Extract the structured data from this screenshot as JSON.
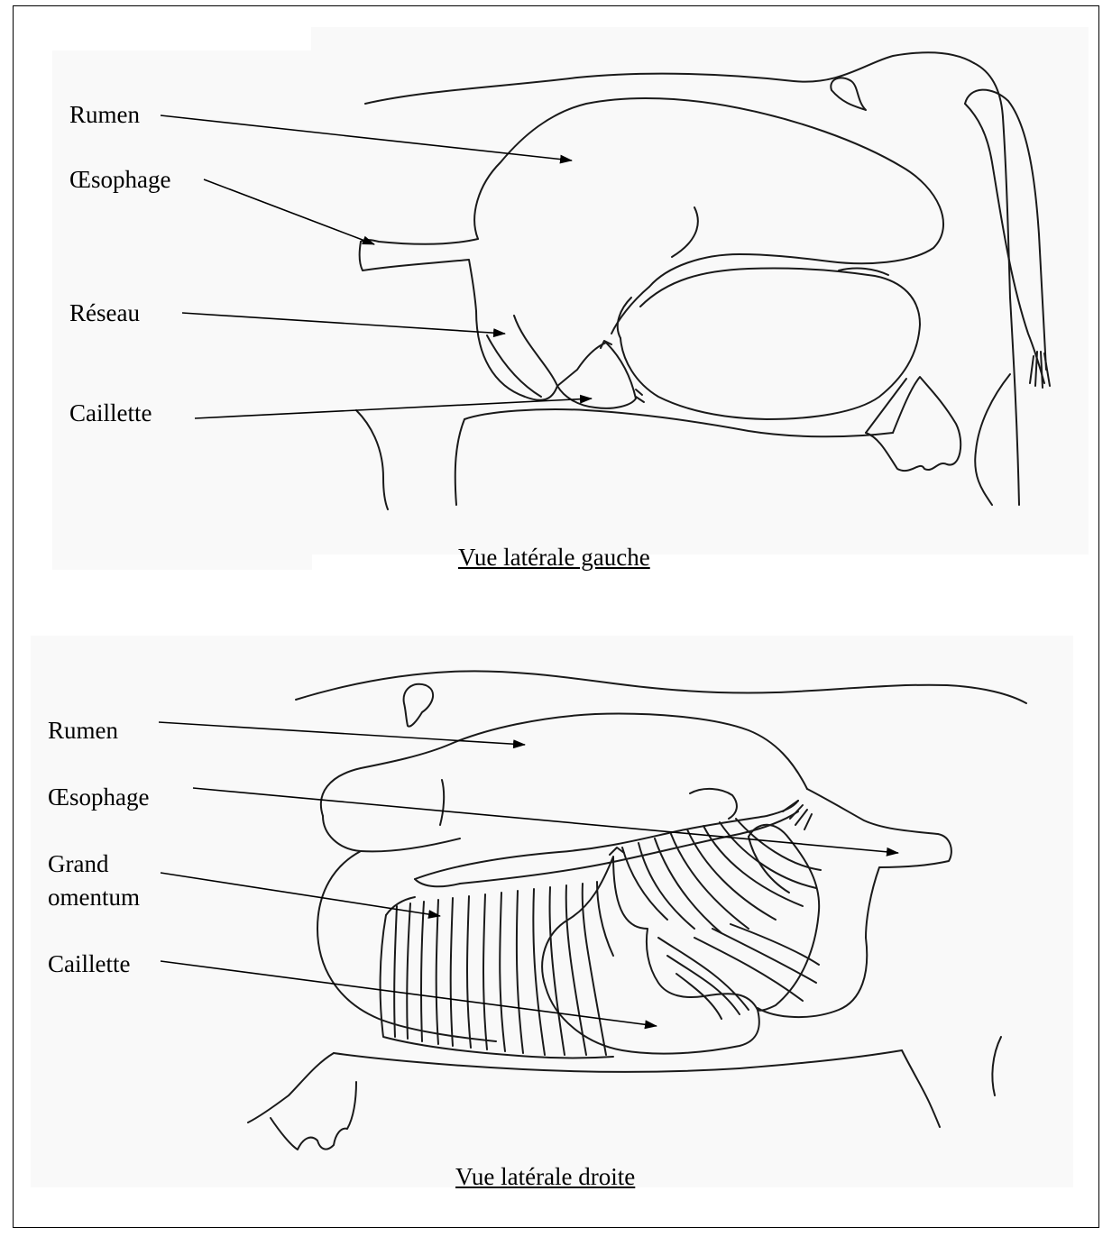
{
  "left_view": {
    "caption": "Vue latérale gauche",
    "labels": {
      "rumen": "Rumen",
      "oesophage": "Œsophage",
      "reseau": "Réseau",
      "caillette": "Caillette"
    }
  },
  "right_view": {
    "caption": "Vue latérale droite",
    "labels": {
      "rumen": "Rumen",
      "oesophage": "Œsophage",
      "grand_omentum_line1": "Grand",
      "grand_omentum_line2": "omentum",
      "caillette": "Caillette"
    }
  }
}
